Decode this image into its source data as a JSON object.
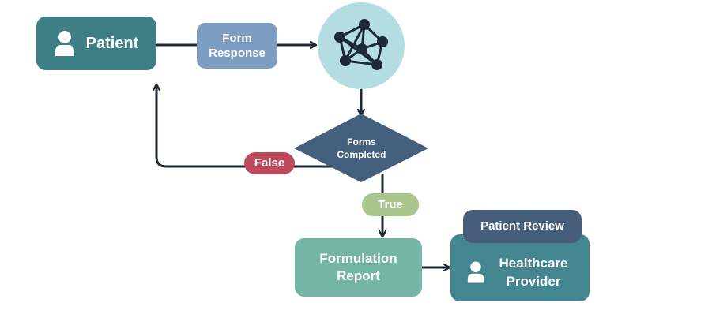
{
  "nodes": {
    "patient": {
      "label": "Patient",
      "icon": "person-icon"
    },
    "form_response": {
      "label": "Form Response"
    },
    "processing": {
      "icon": "network-graph-icon"
    },
    "decision": {
      "label": "Forms Completed"
    },
    "formulation_report": {
      "label": "Formulation Report"
    },
    "healthcare_provider": {
      "label": "Healthcare Provider",
      "icon": "person-icon"
    },
    "patient_review": {
      "label": "Patient Review"
    }
  },
  "edges": {
    "false_label": "False",
    "true_label": "True"
  },
  "colors": {
    "patient": "#3e7f86",
    "form_response": "#7e9dc2",
    "network_bg": "#b4dde1",
    "network_node": "#1d2939",
    "decision": "#44607c",
    "false": "#c0485d",
    "true": "#a9c68d",
    "formulation": "#74b5a5",
    "provider": "#448690",
    "review": "#465e79",
    "arrow": "#1f2a36"
  }
}
